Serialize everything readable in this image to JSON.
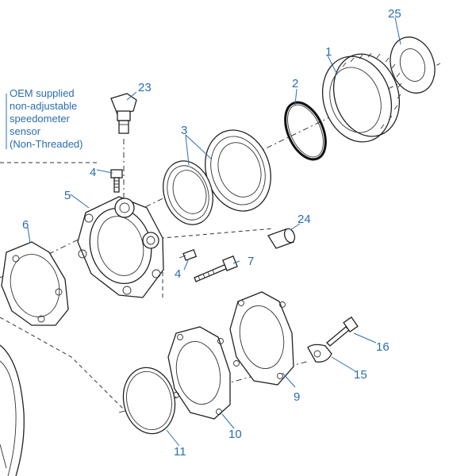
{
  "note": {
    "lines": [
      "OEM supplied",
      "non-adjustable",
      "speedometer",
      "sensor",
      "(Non-Threaded)"
    ]
  },
  "callouts": {
    "c1": "1",
    "c2": "2",
    "c3": "3",
    "c4a": "4",
    "c4b": "4",
    "c5": "5",
    "c6": "6",
    "c7": "7",
    "c9": "9",
    "c10": "10",
    "c11": "11",
    "c15": "15",
    "c16": "16",
    "c23": "23",
    "c24": "24",
    "c25": "25"
  },
  "colors": {
    "callout": "#2a6db0",
    "line": "#222222"
  }
}
